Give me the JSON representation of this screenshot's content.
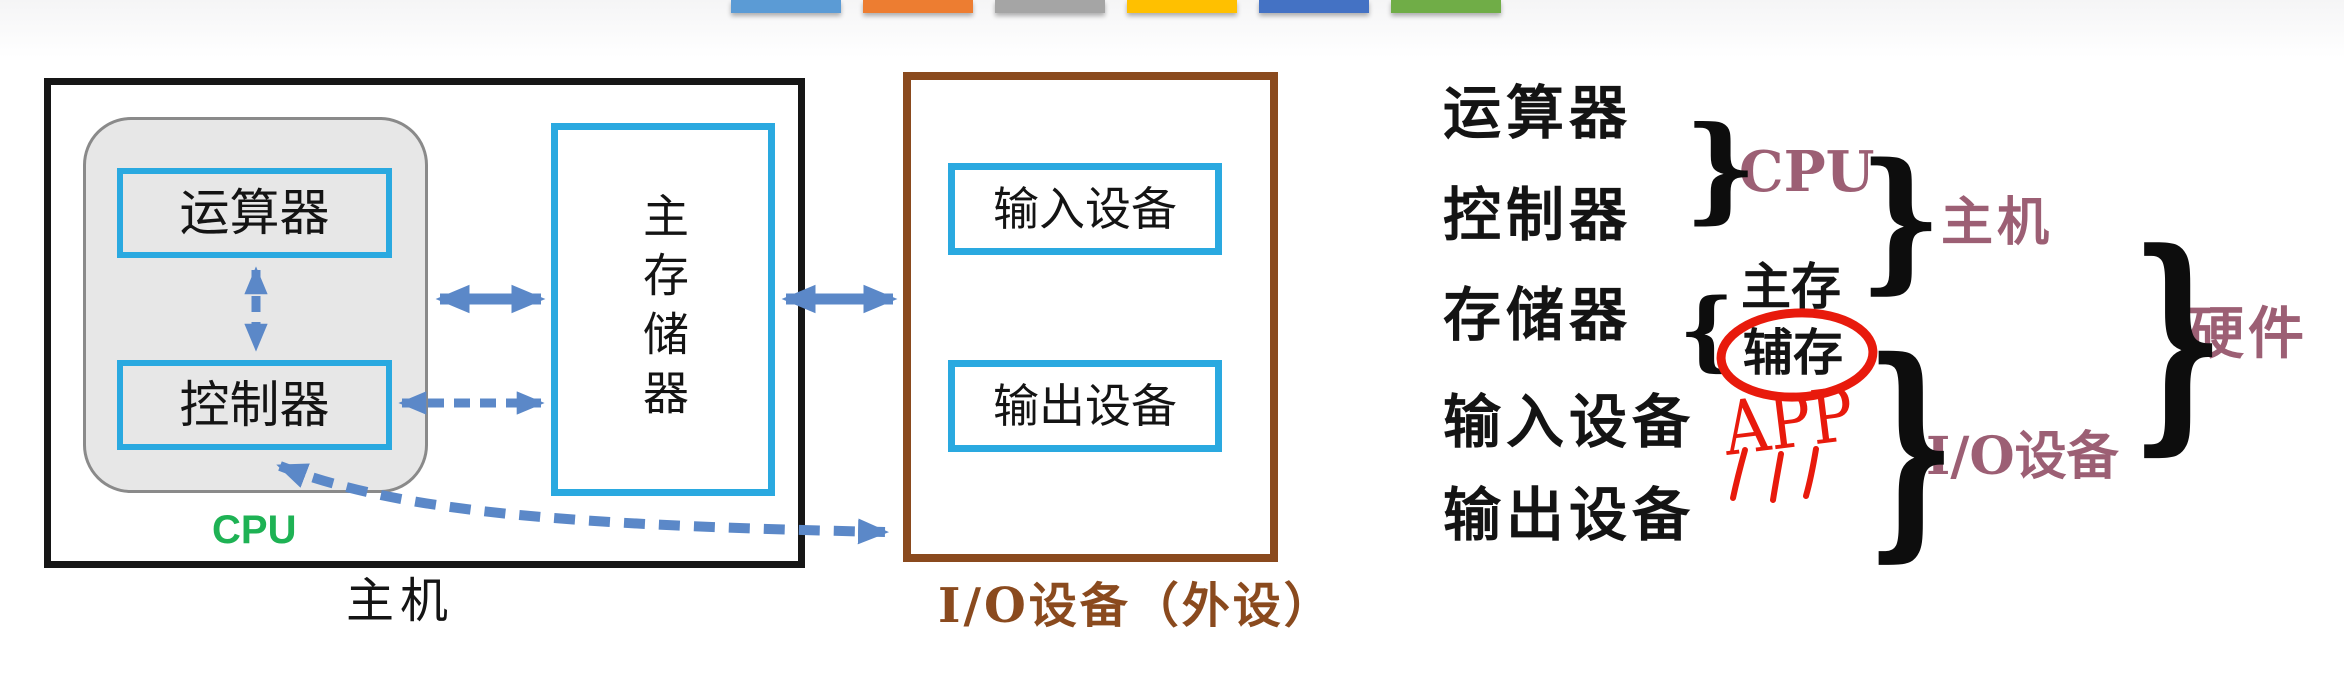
{
  "palette": {
    "arrow_blue": "#5b88c8",
    "box_cyan": "#2aa9e0",
    "cpu_green": "#1eb254",
    "io_brown": "#8a4a1e",
    "group_plum": "#9c5f74",
    "annotation_red": "#e81a0c",
    "outline_black": "#141414",
    "top_bar_colors": [
      "#5B9BD5",
      "#ED7D31",
      "#A5A5A5",
      "#FFC000",
      "#4472C4",
      "#70AD47"
    ]
  },
  "block_diagram": {
    "host_box": {
      "label": "主机",
      "cpu_group_label": "CPU",
      "alu_label": "运算器",
      "control_label": "控制器",
      "main_memory_label": "主存储器"
    },
    "io_box": {
      "label": "I/O设备（外设）",
      "input_label": "输入设备",
      "output_label": "输出设备"
    }
  },
  "outline": {
    "components": [
      "运算器",
      "控制器",
      "存储器",
      "输入设备",
      "输出设备"
    ],
    "memory_split": {
      "main": "主存",
      "auxiliary": "辅存"
    },
    "groups": {
      "cpu": "CPU",
      "host": "主机",
      "io": "I/O设备",
      "hardware": "硬件"
    },
    "handwritten_note": "APP",
    "brace_close": "}",
    "brace_open": "{"
  }
}
